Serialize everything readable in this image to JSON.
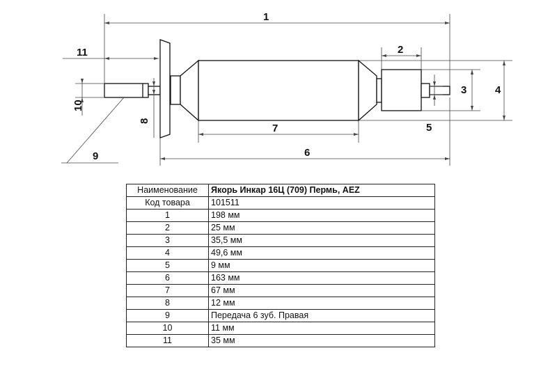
{
  "drawing": {
    "dimension_labels": [
      "1",
      "2",
      "3",
      "4",
      "5",
      "6",
      "7",
      "8",
      "9",
      "10",
      "11"
    ]
  },
  "spec_table": {
    "header": {
      "key": "Наименование",
      "value": "Якорь Инкар 16Ц (709) Пермь, AEZ"
    },
    "rows": [
      {
        "key": "Код товара",
        "value": "101511"
      },
      {
        "key": "1",
        "value": "198 мм"
      },
      {
        "key": "2",
        "value": "25 мм"
      },
      {
        "key": "3",
        "value": "35,5 мм"
      },
      {
        "key": "4",
        "value": "49,6 мм"
      },
      {
        "key": "5",
        "value": "9 мм"
      },
      {
        "key": "6",
        "value": "163 мм"
      },
      {
        "key": "7",
        "value": "67 мм"
      },
      {
        "key": "8",
        "value": "12 мм"
      },
      {
        "key": "9",
        "value": "Передача 6 зуб. Правая"
      },
      {
        "key": "10",
        "value": "11 мм"
      },
      {
        "key": "11",
        "value": "35 мм"
      }
    ]
  }
}
